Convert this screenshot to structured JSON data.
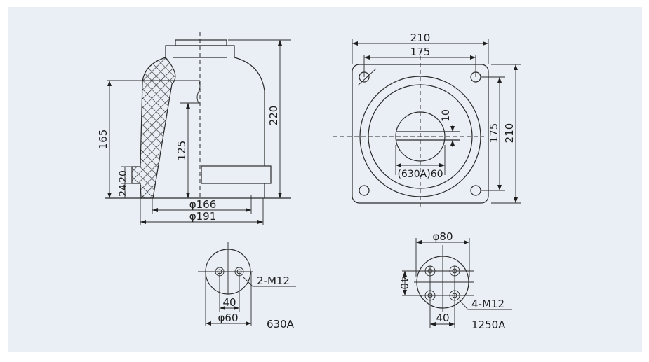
{
  "side_view": {
    "dim_height_total": "220",
    "dim_height_165": "165",
    "dim_height_125": "125",
    "dim_24": "24",
    "dim_20": "20",
    "dim_dia_166": "φ166",
    "dim_dia_191": "φ191"
  },
  "front_view": {
    "dim_width_outer": "210",
    "dim_width_inner": "175",
    "dim_height_inner": "175",
    "dim_height_outer": "210",
    "dim_slot": "10",
    "dim_bore": "(630A)60"
  },
  "terminal_630": {
    "dim_spacing": "40",
    "dim_dia": "φ60",
    "bolts": "2-M12",
    "rating": "630A"
  },
  "terminal_1250": {
    "dim_dia": "φ80",
    "dim_vertical": "40",
    "dim_horizontal": "40",
    "bolts": "4-M12",
    "rating": "1250A"
  },
  "colors": {
    "background": "#e9eff5",
    "line": "#2a2a2a"
  }
}
